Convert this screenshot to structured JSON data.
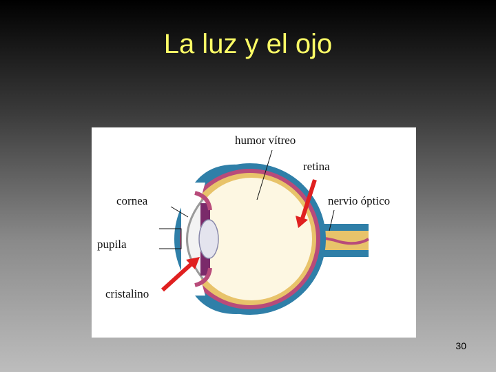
{
  "slide": {
    "title": "La luz y el ojo",
    "page_number": "30"
  },
  "diagram": {
    "labels": {
      "humor_vitreo": "humor vítreo",
      "retina": "retina",
      "cornea": "cornea",
      "nervio_optico": "nervio óptico",
      "pupila": "pupila",
      "cristalino": "cristalino"
    },
    "colors": {
      "sclera": "#2f7fa8",
      "vitreous": "#fdf7e2",
      "retina_layer": "#e8c36a",
      "choroid": "#b84b7a",
      "arrow": "#e02020"
    }
  }
}
